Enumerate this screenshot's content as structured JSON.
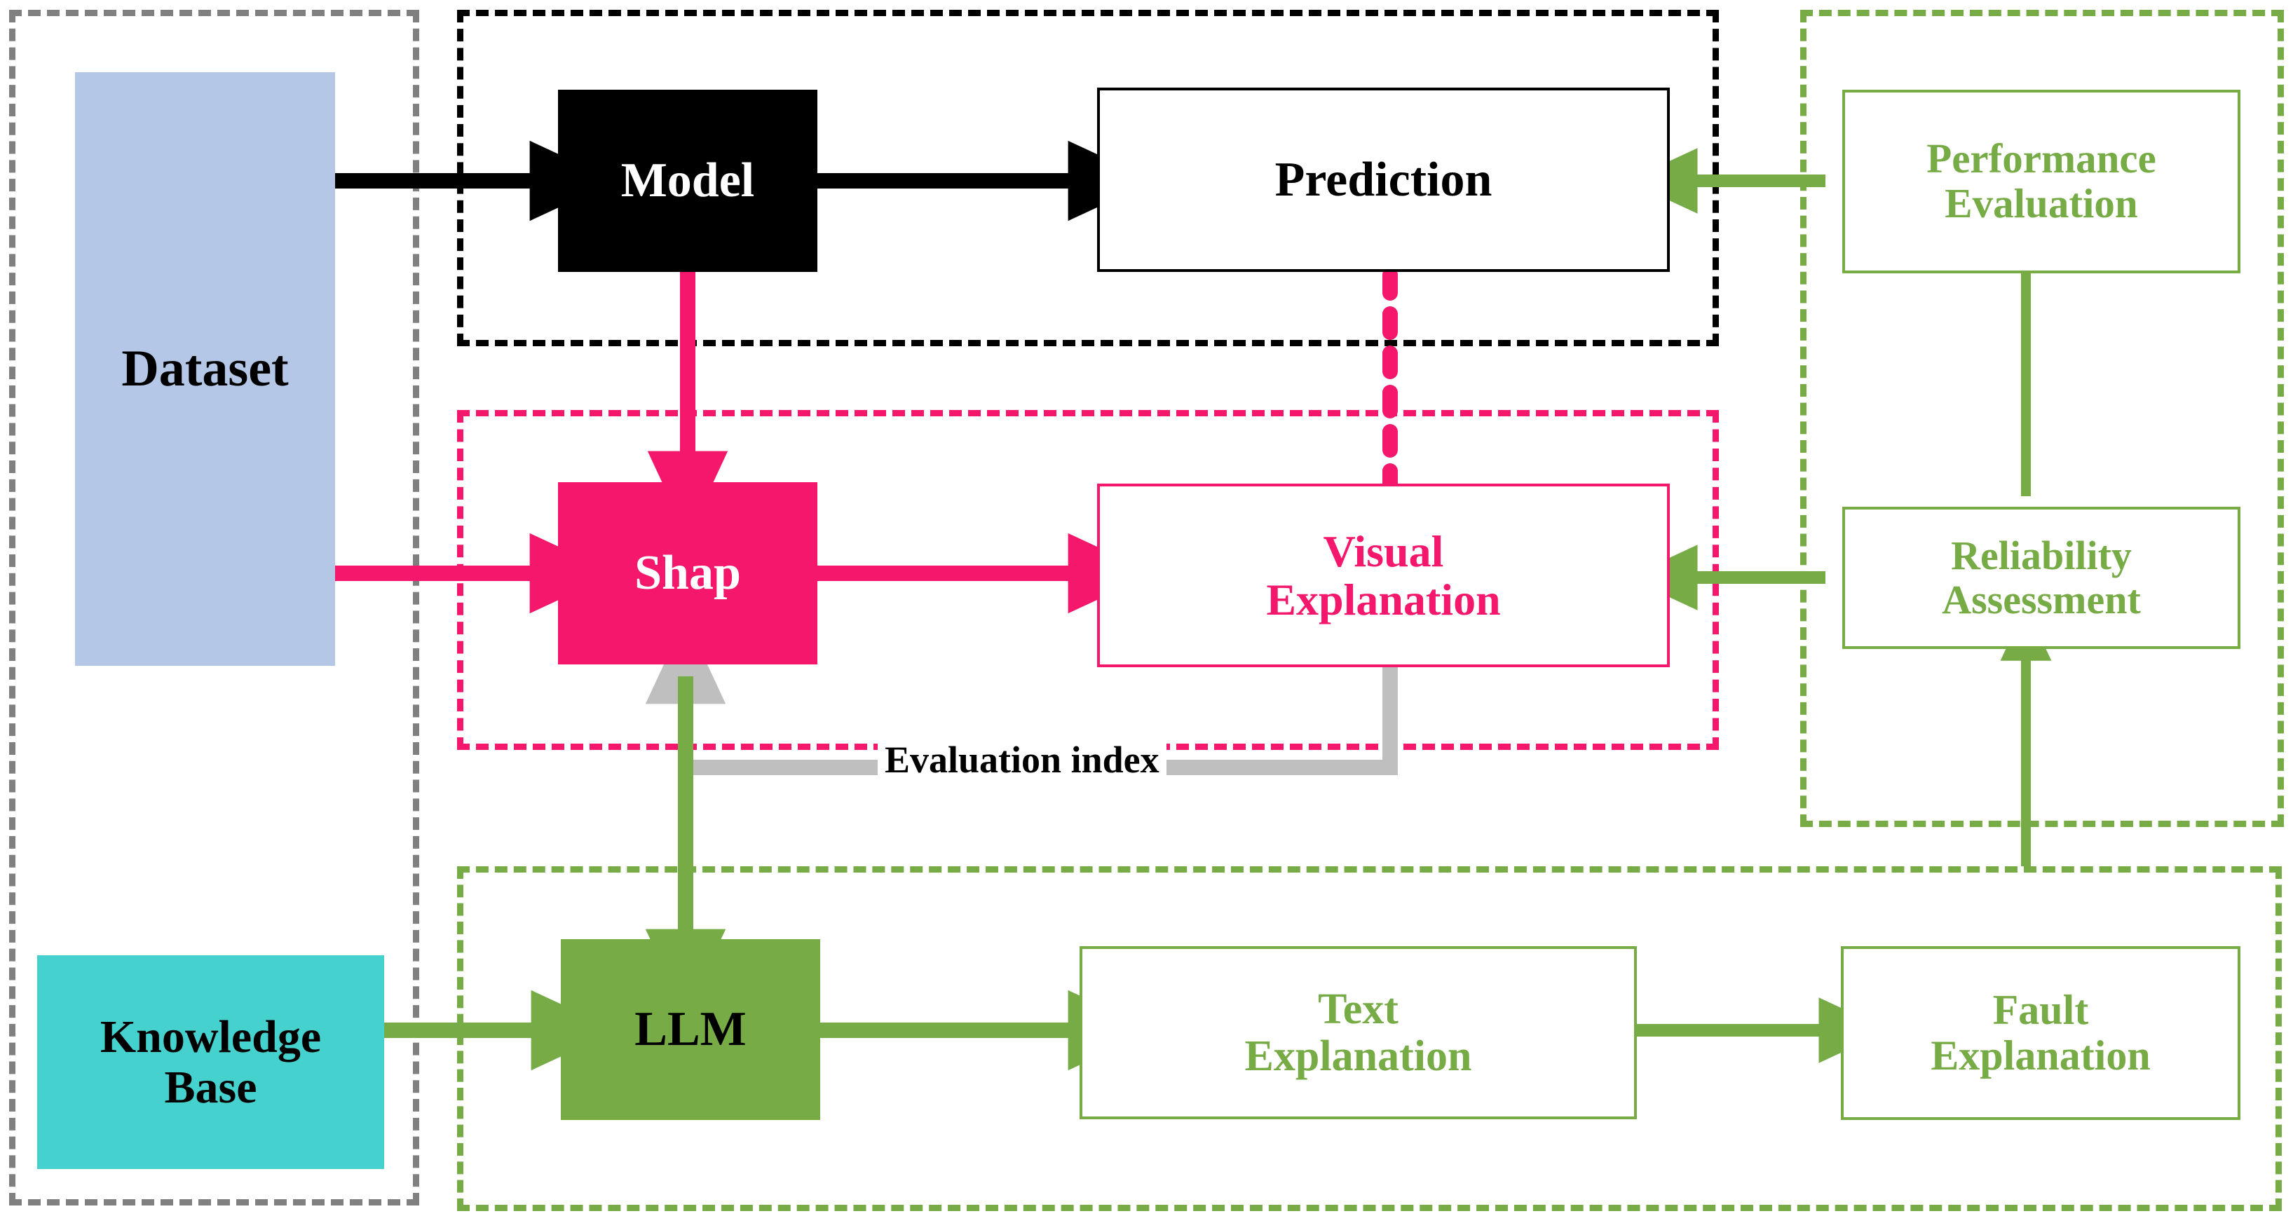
{
  "colors": {
    "black": "#000000",
    "pink": "#F4176C",
    "green": "#76AB45",
    "gray": "#808080",
    "light_gray": "#BFBFBF",
    "dataset_fill": "#B4C7E7",
    "knowledge_fill": "#45D1CE",
    "llm_fill": "#76AB45",
    "white": "#FFFFFF"
  },
  "panels": {
    "data_panel": {
      "name": "dataset-panel",
      "border_color": "#808080"
    },
    "model_panel": {
      "name": "model-panel",
      "border_color": "#000000"
    },
    "shap_panel": {
      "name": "shap-panel",
      "border_color": "#F4176C"
    },
    "llm_panel": {
      "name": "llm-panel",
      "border_color": "#76AB45"
    },
    "eval_panel": {
      "name": "evaluation-panel",
      "border_color": "#76AB45"
    }
  },
  "boxes": {
    "dataset": {
      "label": "Dataset",
      "fill": "#B4C7E7",
      "text_color": "#000000"
    },
    "knowledge_base": {
      "label": "Knowledge\nBase",
      "line1": "Knowledge",
      "line2": "Base",
      "fill": "#45D1CE",
      "text_color": "#000000"
    },
    "model": {
      "label": "Model",
      "fill": "#000000",
      "text_color": "#FFFFFF"
    },
    "prediction": {
      "label": "Prediction",
      "fill": "#FFFFFF",
      "text_color": "#000000",
      "border_color": "#000000"
    },
    "shap": {
      "label": "Shap",
      "fill": "#F4176C",
      "text_color": "#FFFFFF"
    },
    "visual_explanation": {
      "line1": "Visual",
      "line2": "Explanation",
      "fill": "#FFFFFF",
      "text_color": "#F4176C",
      "border_color": "#F4176C"
    },
    "llm": {
      "label": "LLM",
      "fill": "#76AB45",
      "text_color": "#000000"
    },
    "text_explanation": {
      "line1": "Text",
      "line2": "Explanation",
      "fill": "#FFFFFF",
      "text_color": "#76AB45",
      "border_color": "#76AB45"
    },
    "fault_explanation": {
      "line1": "Fault",
      "line2": "Explanation",
      "fill": "#FFFFFF",
      "text_color": "#76AB45",
      "border_color": "#76AB45"
    },
    "performance_evaluation": {
      "line1": "Performance",
      "line2": "Evaluation",
      "fill": "#FFFFFF",
      "text_color": "#76AB45",
      "border_color": "#76AB45"
    },
    "reliability_assessment": {
      "line1": "Reliability",
      "line2": "Assessment",
      "fill": "#FFFFFF",
      "text_color": "#76AB45",
      "border_color": "#76AB45"
    }
  },
  "labels": {
    "evaluation_index": "Evaluation index"
  },
  "edges": [
    {
      "name": "dataset-to-model",
      "from": "dataset",
      "to": "model",
      "color": "#000000",
      "style": "solid"
    },
    {
      "name": "model-to-prediction",
      "from": "model",
      "to": "prediction",
      "color": "#000000",
      "style": "solid"
    },
    {
      "name": "model-to-shap",
      "from": "model",
      "to": "shap",
      "color": "#F4176C",
      "style": "solid"
    },
    {
      "name": "dataset-to-shap",
      "from": "dataset",
      "to": "shap",
      "color": "#F4176C",
      "style": "solid"
    },
    {
      "name": "shap-to-visual-explanation",
      "from": "shap",
      "to": "visual_explanation",
      "color": "#F4176C",
      "style": "solid"
    },
    {
      "name": "prediction-to-visual-explanation",
      "from": "prediction",
      "to": "visual_explanation",
      "color": "#F4176C",
      "style": "dotted"
    },
    {
      "name": "visual-explanation-to-shap-evaluation-index",
      "from": "visual_explanation",
      "to": "shap",
      "color": "#BFBFBF",
      "style": "solid",
      "label": "Evaluation index"
    },
    {
      "name": "shap-to-llm",
      "from": "shap",
      "to": "llm",
      "color": "#76AB45",
      "style": "solid"
    },
    {
      "name": "knowledge-base-to-llm",
      "from": "knowledge_base",
      "to": "llm",
      "color": "#76AB45",
      "style": "solid"
    },
    {
      "name": "llm-to-text-explanation",
      "from": "llm",
      "to": "text_explanation",
      "color": "#76AB45",
      "style": "solid"
    },
    {
      "name": "text-explanation-to-fault-explanation",
      "from": "text_explanation",
      "to": "fault_explanation",
      "color": "#76AB45",
      "style": "solid"
    },
    {
      "name": "llm-panel-to-reliability-assessment",
      "from": "llm_panel",
      "to": "reliability_assessment",
      "color": "#76AB45",
      "style": "solid"
    },
    {
      "name": "reliability-assessment-to-performance-evaluation",
      "from": "reliability_assessment",
      "to": "performance_evaluation",
      "color": "#76AB45",
      "style": "solid"
    },
    {
      "name": "reliability-assessment-to-visual-explanation",
      "from": "reliability_assessment",
      "to": "visual_explanation",
      "color": "#76AB45",
      "style": "solid"
    },
    {
      "name": "performance-evaluation-to-prediction",
      "from": "performance_evaluation",
      "to": "prediction",
      "color": "#76AB45",
      "style": "solid"
    }
  ]
}
